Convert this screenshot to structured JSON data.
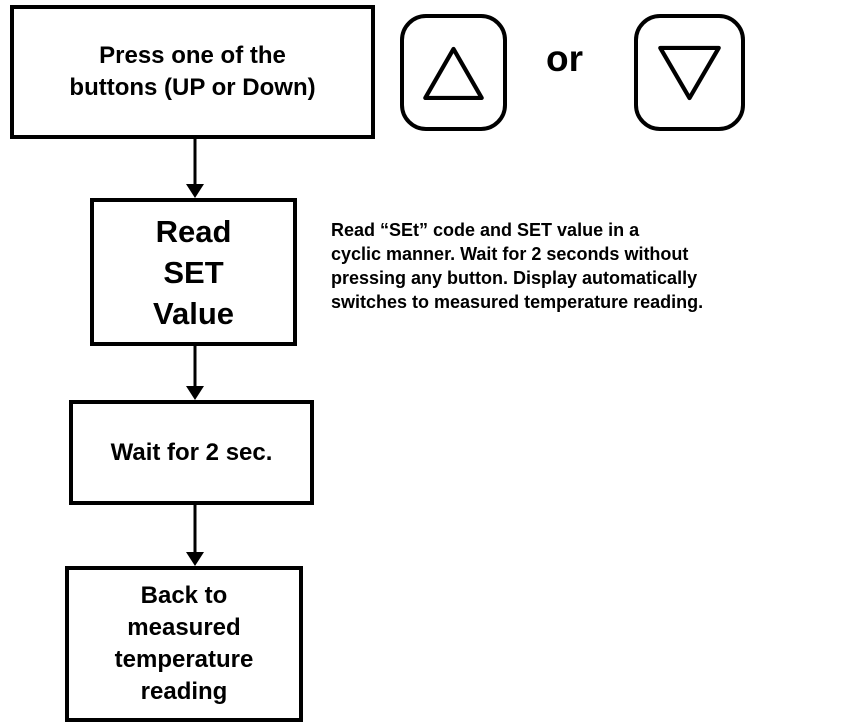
{
  "flowchart": {
    "step_1": {
      "lines": [
        "Press one of the",
        "buttons (UP or Down)"
      ]
    },
    "step_2": {
      "lines": [
        "Read",
        "SET",
        "Value"
      ]
    },
    "step_3": {
      "lines": [
        "Wait for 2 sec."
      ]
    },
    "step_4": {
      "lines": [
        "Back to",
        "measured",
        "temperature",
        "reading"
      ]
    }
  },
  "buttons": {
    "up_icon": "up-triangle-icon",
    "connector": "or",
    "down_icon": "down-triangle-icon"
  },
  "note": {
    "lines": [
      "Read “SEt” code and SET value in a",
      "cyclic manner.  Wait for 2 seconds without",
      "pressing any button. Display automatically",
      "switches to measured temperature reading."
    ]
  },
  "colors": {
    "stroke": "#000000",
    "background": "#ffffff"
  }
}
